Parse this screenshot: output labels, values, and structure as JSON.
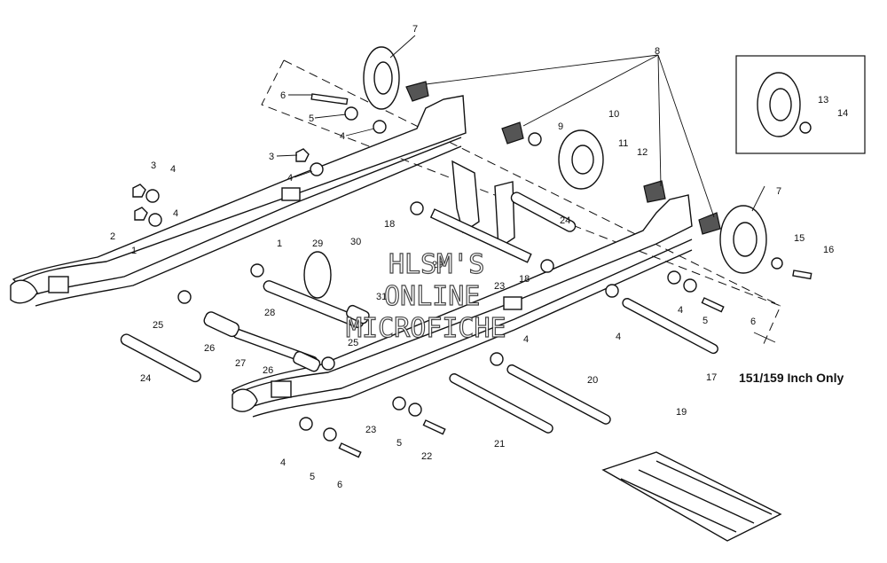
{
  "note_text": "151/159 Inch Only",
  "watermark": [
    "HLSM'S",
    "ONLINE",
    "MICROFICHE"
  ],
  "callouts": [
    "7",
    "8",
    "6",
    "5",
    "4",
    "3",
    "4",
    "3",
    "4",
    "2",
    "4",
    "1",
    "9",
    "10",
    "11",
    "12",
    "13",
    "14",
    "7",
    "15",
    "16",
    "18",
    "24",
    "1",
    "29",
    "30",
    "31",
    "29",
    "23",
    "18",
    "25",
    "26",
    "27",
    "28",
    "25",
    "26",
    "24",
    "4",
    "5",
    "6",
    "4",
    "17",
    "4",
    "20",
    "21",
    "23",
    "5",
    "22",
    "4",
    "5",
    "6",
    "19"
  ],
  "colors": {
    "line": "#111111",
    "background": "#ffffff"
  }
}
